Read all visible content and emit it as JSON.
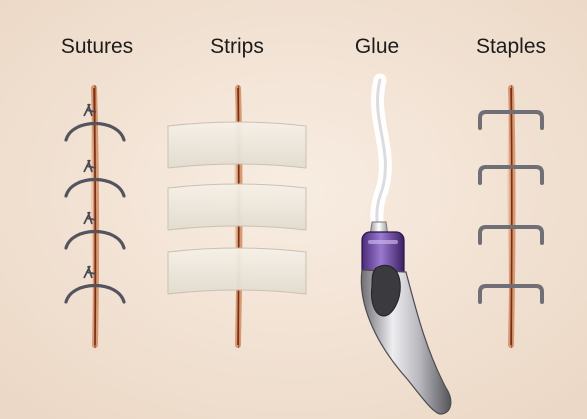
{
  "panels": [
    {
      "id": "sutures",
      "label": "Sutures"
    },
    {
      "id": "strips",
      "label": "Strips"
    },
    {
      "id": "glue",
      "label": "Glue"
    },
    {
      "id": "staples",
      "label": "Staples"
    }
  ]
}
